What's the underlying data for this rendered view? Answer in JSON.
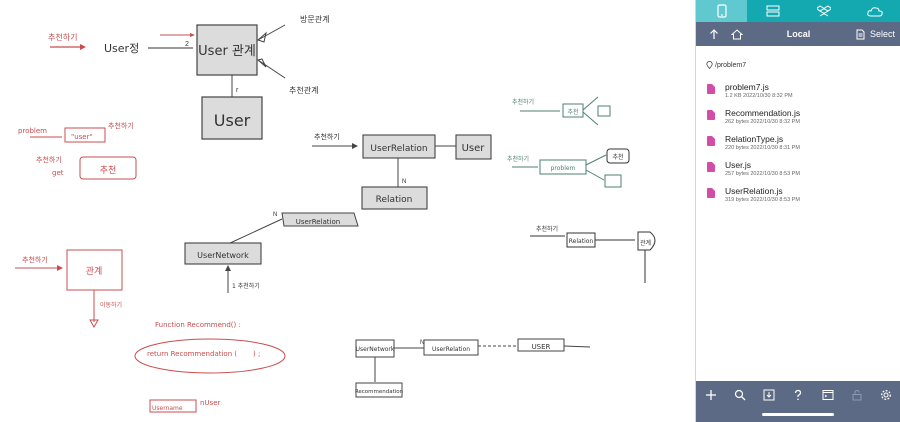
{
  "canvas": {
    "main_box_label": "User 관계",
    "user_box_label": "User",
    "arrow_in_label": "User정",
    "arrow_in_note": "추천하기",
    "label_one": "1",
    "label_two": "2",
    "label_r": "r",
    "note_follow": "방문관계",
    "note_recommend": "추천관계",
    "problem_label": "problem",
    "user_note": "\"user\"",
    "add_note": "추천하기",
    "recommend_word": "추천",
    "get_label": "get",
    "recommend_note2": "추천하기",
    "relation_box": "관계",
    "down_note": "이동하기",
    "user_relation_box": "UserRelation",
    "user_box2": "User",
    "relation_box2": "Relation",
    "n_label": "N",
    "in_note": "추천하기",
    "user_relation_tag": "UserRelation",
    "user_network_box": "UserNetwork",
    "network_note": "1 추천하기",
    "func_line": "Function Recommend() :",
    "return_line": "return Recommendation (",
    "return_close": ") ;",
    "user_name_note": "Username",
    "user_name_note2": "nUser",
    "diag_bottom_network": "UserNetwork",
    "diag_bottom_relation": "UserRelation",
    "diag_bottom_user": "USER",
    "diag_bottom_recommend": "Recommendation",
    "diag_n": "N",
    "flow_a_note": "추천하기",
    "flow_a_box": "추천",
    "flow_b_note": "추천하기",
    "flow_b_box": "problem",
    "flow_b_end": "추천",
    "flow_c_note": "추천하기",
    "flow_c_box": "Relation",
    "flow_c_end": "관계"
  },
  "panel": {
    "tabs": [
      {
        "icon": "phone-icon",
        "active": true
      },
      {
        "icon": "server-icon",
        "active": false
      },
      {
        "icon": "dropbox-icon",
        "active": false
      },
      {
        "icon": "cloud-icon",
        "active": false
      }
    ],
    "toolbar": {
      "title": "Local",
      "select_label": "Select"
    },
    "path": "/problem7",
    "files": [
      {
        "name": "problem7.js",
        "meta": "1.2 KB 2022/10/30 8:32 PM"
      },
      {
        "name": "Recommendation.js",
        "meta": "262 bytes 2022/10/30 8:32 PM"
      },
      {
        "name": "RelationType.js",
        "meta": "220 bytes 2022/10/30 8:31 PM"
      },
      {
        "name": "User.js",
        "meta": "257 bytes 2022/10/30 8:53 PM"
      },
      {
        "name": "UserRelation.js",
        "meta": "319 bytes 2022/10/30 8:53 PM"
      }
    ],
    "bottom_icons": [
      "plus-icon",
      "search-icon",
      "save-icon",
      "help-icon",
      "terminal-icon",
      "lock-icon",
      "settings-icon"
    ],
    "colors": {
      "tab_bar": "#14a9b1",
      "toolbar": "#5c6a86",
      "file_icon": "#d44ca7"
    }
  }
}
